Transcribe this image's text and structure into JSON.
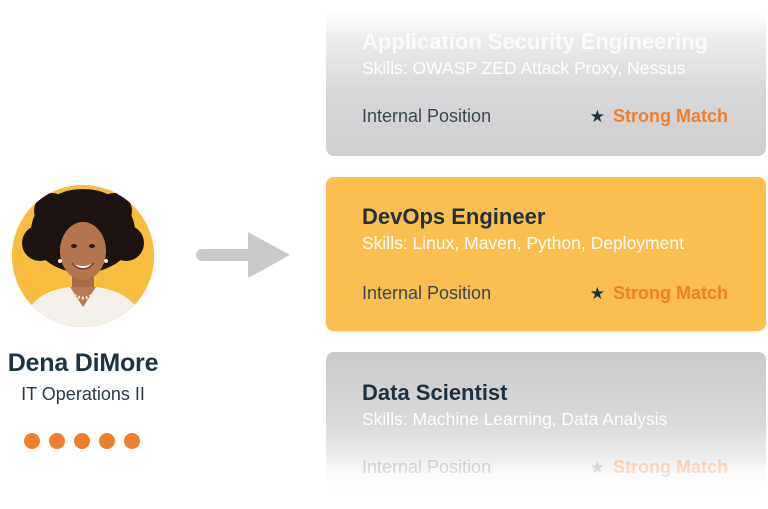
{
  "profile": {
    "name": "Dena DiMore",
    "role": "IT Operations II",
    "avatar_icon": "person-avatar",
    "dots_count": 5,
    "dot_color": "#f07f2b"
  },
  "arrow_icon": "arrow-right-icon",
  "jobs": [
    {
      "title": "Application Security Engineering",
      "skills": "Skills: OWASP ZED Attack Proxy, Nessus",
      "type": "Internal Position",
      "match_icon": "star-icon",
      "match": "Strong Match"
    },
    {
      "title": "DevOps Engineer",
      "skills": "Skills: Linux, Maven, Python, Deployment",
      "type": "Internal Position",
      "match_icon": "star-icon",
      "match": "Strong Match",
      "highlight_color": "#fbbf50"
    },
    {
      "title": "Data Scientist",
      "skills": "Skills: Machine Learning, Data Analysis",
      "type": "Internal Position",
      "match_icon": "star-icon",
      "match": "Strong Match"
    }
  ],
  "colors": {
    "accent_orange": "#f07f2b",
    "highlight_yellow": "#fbbf50",
    "dark_text": "#1e3340",
    "card_gray": "#cfcfd2"
  }
}
